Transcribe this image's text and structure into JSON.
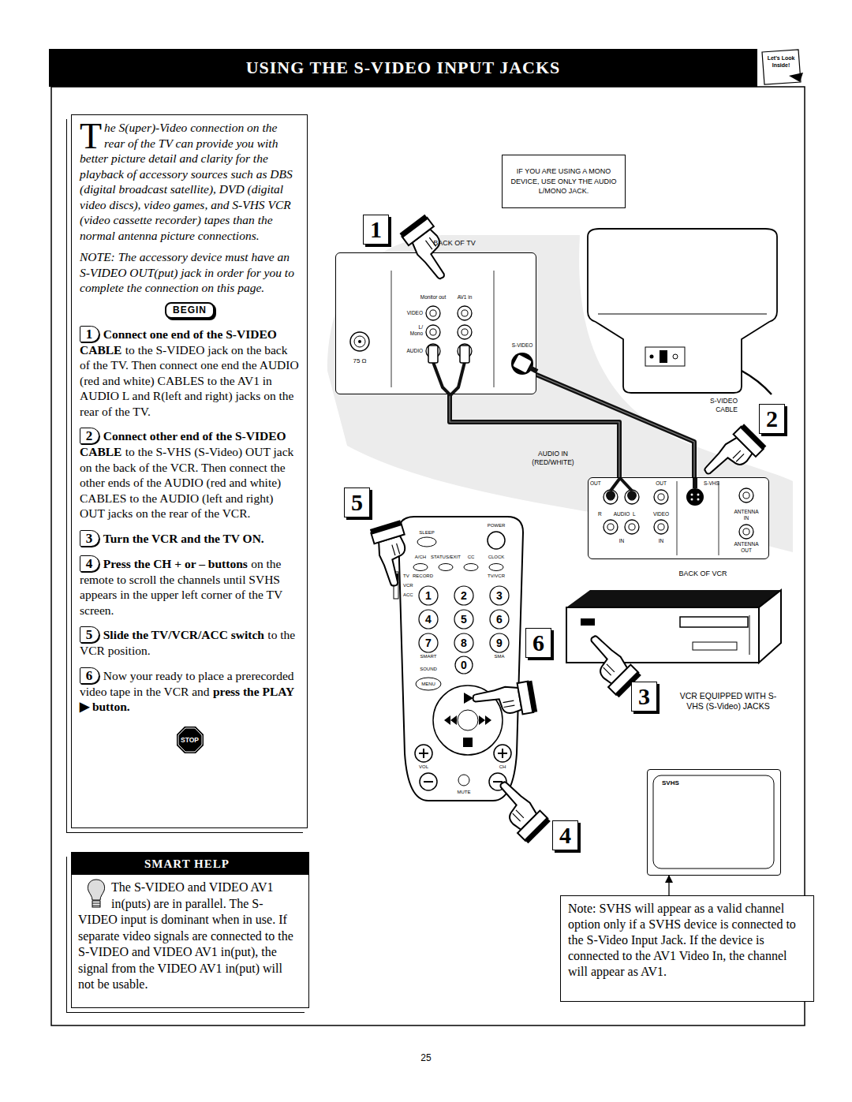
{
  "diagram": {
    "title": "USING THE S-VIDEO INPUT JACKS",
    "nodes": [
      {
        "text": [
          "The S(uper)-Video connection on the rear of the TV can provide you with better picture detail and clarity for the playback of accessory sources such as DBS (digital broadcast satellite), DVD (digital video discs), video games, and S-VHS VCR (video cassette recorder) tapes than the normal antenna picture connections.",
          "NOTE: The accessory device must have an S-VIDEO OUT(put) jack in order for you to complete the connection on this page.",
          "1",
          "Connect one end of the S-VIDEO CABLE",
          "to the S-VIDEO jack on the back of the TV. Then connect one end the AUDIO (red and white) CABLES to the AV1 in AUDIO L and R(left and right) jacks on the rear of the TV.",
          "2",
          "Connect other end of the S-VIDEO CABLE",
          "to the S-VHS (S-Video) OUT jack on the back of the VCR. Then connect the other ends of the AUDIO (red and white) CABLES to the AUDIO (left and right) OUT jacks on the rear of the VCR.",
          "3",
          "Turn the VCR and the TV ON.",
          "4",
          "Press the CH + or – buttons",
          "on the remote to scroll the channels until SVHS appears in the upper left corner of the TV screen.",
          "5",
          "Slide the TV/VCR/ACC switch",
          "to the VCR position.",
          "6",
          "Now your ready to place a prerecorded video tape in the VCR and",
          "press the PLAY ▶ button."
        ]
      },
      {
        "text": [
          "BEGIN"
        ],
        "in": 0
      },
      {
        "text": [
          "STOP"
        ],
        "in": 0
      },
      {
        "text": [
          "SMART HELP",
          "The S-VIDEO and VIDEO AV1 in(puts) are in parallel. The S-VIDEO input is dominant when in use. If separate video signals are connected to the S-VIDEO and VIDEO AV1 in(put), the signal from the VIDEO AV1 in(put) will not be usable."
        ]
      },
      {
        "text": [
          "IF YOU ARE USING A MONO DEVICE, USE ONLY THE AUDIO L/MONO JACK."
        ]
      },
      {
        "text": [
          "BACK OF TV",
          "Monitor out",
          "AV1 in",
          "VIDEO",
          "L/ Mono",
          "AUDIO",
          "S-VIDEO",
          "75 Ω"
        ]
      },
      {
        "text": [
          "BACK OF VCR",
          "OUT",
          "OUT",
          "S-VHS",
          "R",
          "AUDIO",
          "L",
          "VIDEO",
          "IN",
          "IN",
          "ANTENNA IN",
          "ANTENNA OUT"
        ]
      },
      {
        "text": [
          "POWER",
          "SLEEP",
          "A/CH",
          "STATUS/EXIT",
          "CC",
          "CLOCK",
          "TV",
          "RECORD",
          "VCR",
          "ACC",
          "TV/VCR",
          "1",
          "2",
          "3",
          "4",
          "5",
          "6",
          "7",
          "8",
          "9",
          "SMART",
          "SMA",
          "0",
          "SOUND",
          "MENU",
          "VOL",
          "CH",
          "MUTE"
        ]
      },
      {
        "text": [
          "SVHS"
        ]
      },
      {
        "text": [
          "Note: SVHS will appear as a valid channel option only if a SVHS device is connected to the S-Video Input Jack. If the device is connected to the AV1 Video In, the channel will appear as AV1."
        ]
      }
    ],
    "edges": [
      {
        "from": 5,
        "to": 6,
        "arrow": "none"
      },
      {
        "from": 5,
        "to": 6,
        "arrow": "none"
      },
      {
        "from": 9,
        "to": 8,
        "arrow": "to"
      }
    ],
    "labels": [
      "Let's Look Inside!",
      "1",
      "2",
      "3",
      "4",
      "5",
      "6",
      "AUDIO IN (RED/WHITE)",
      "S-VIDEO CABLE",
      "VCR EQUIPPED WITH S-VHS (S-Video) JACKS",
      "25"
    ]
  }
}
